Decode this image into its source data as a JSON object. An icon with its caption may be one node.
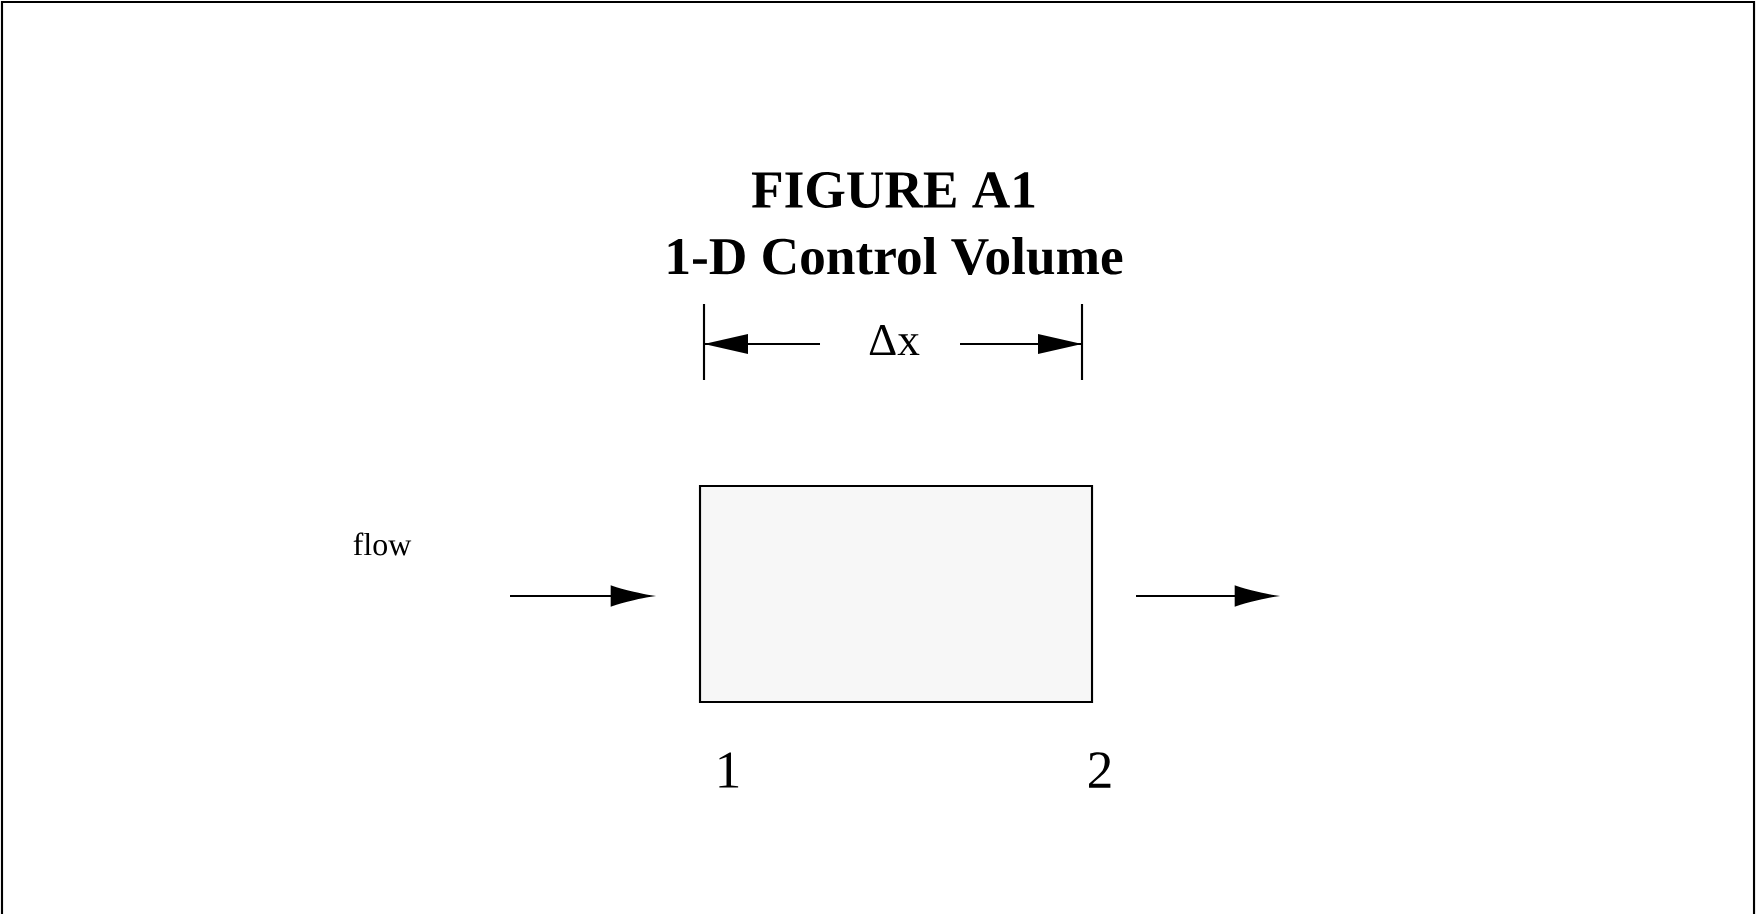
{
  "diagram": {
    "title": "FIGURE A1",
    "caption": "1-D Control Volume",
    "nodes": [
      {
        "text": [],
        "shape": "box"
      }
    ],
    "labels": [
      "flow",
      "Δx",
      "1",
      "2"
    ]
  }
}
